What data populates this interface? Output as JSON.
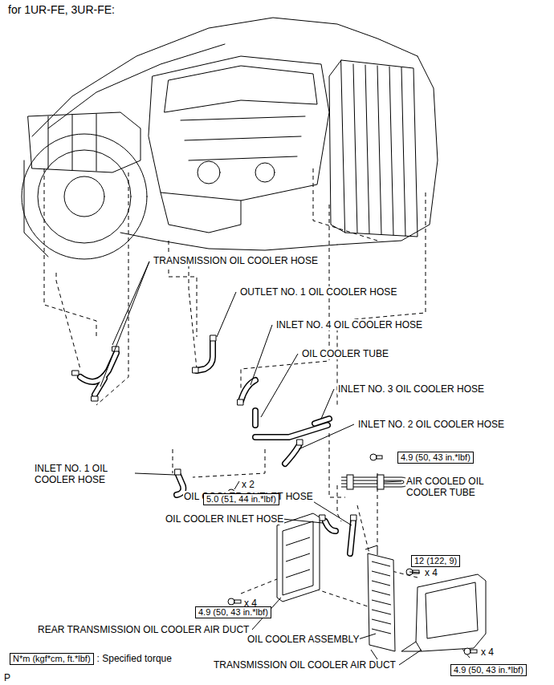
{
  "diagram": {
    "title": "for 1UR-FE, 3UR-FE:",
    "nodes": [
      {
        "text": [
          "4.9 (50, 43 in.*lbf)"
        ]
      },
      {
        "text": [
          "5.0 (51, 44 in.*lbf)"
        ]
      },
      {
        "text": [
          "12 (122, 9)"
        ]
      },
      {
        "text": [
          "4.9 (50, 43 in.*lbf)"
        ]
      },
      {
        "text": [
          "N*m (kgf*cm, ft.*lbf)",
          ": Specified torque"
        ]
      },
      {
        "text": [
          "4.9 (50, 43 in.*lbf)"
        ]
      }
    ],
    "labels": [
      "TRANSMISSION OIL COOLER HOSE",
      "OUTLET NO. 1 OIL COOLER HOSE",
      "INLET NO. 4 OIL COOLER HOSE",
      "OIL COOLER TUBE",
      "INLET NO. 3 OIL COOLER HOSE",
      "INLET NO. 2 OIL COOLER HOSE",
      "INLET NO. 1 OIL COOLER HOSE",
      "x 2",
      "AIR COOLED OIL COOLER TUBE",
      "OIL COOLER OUTLET HOSE",
      "OIL COOLER INLET HOSE",
      "x 4",
      "x 4",
      "REAR TRANSMISSION OIL COOLER AIR DUCT",
      "OIL COOLER ASSEMBLY",
      "x 4",
      "TRANSMISSION OIL COOLER AIR DUCT",
      "P"
    ]
  }
}
